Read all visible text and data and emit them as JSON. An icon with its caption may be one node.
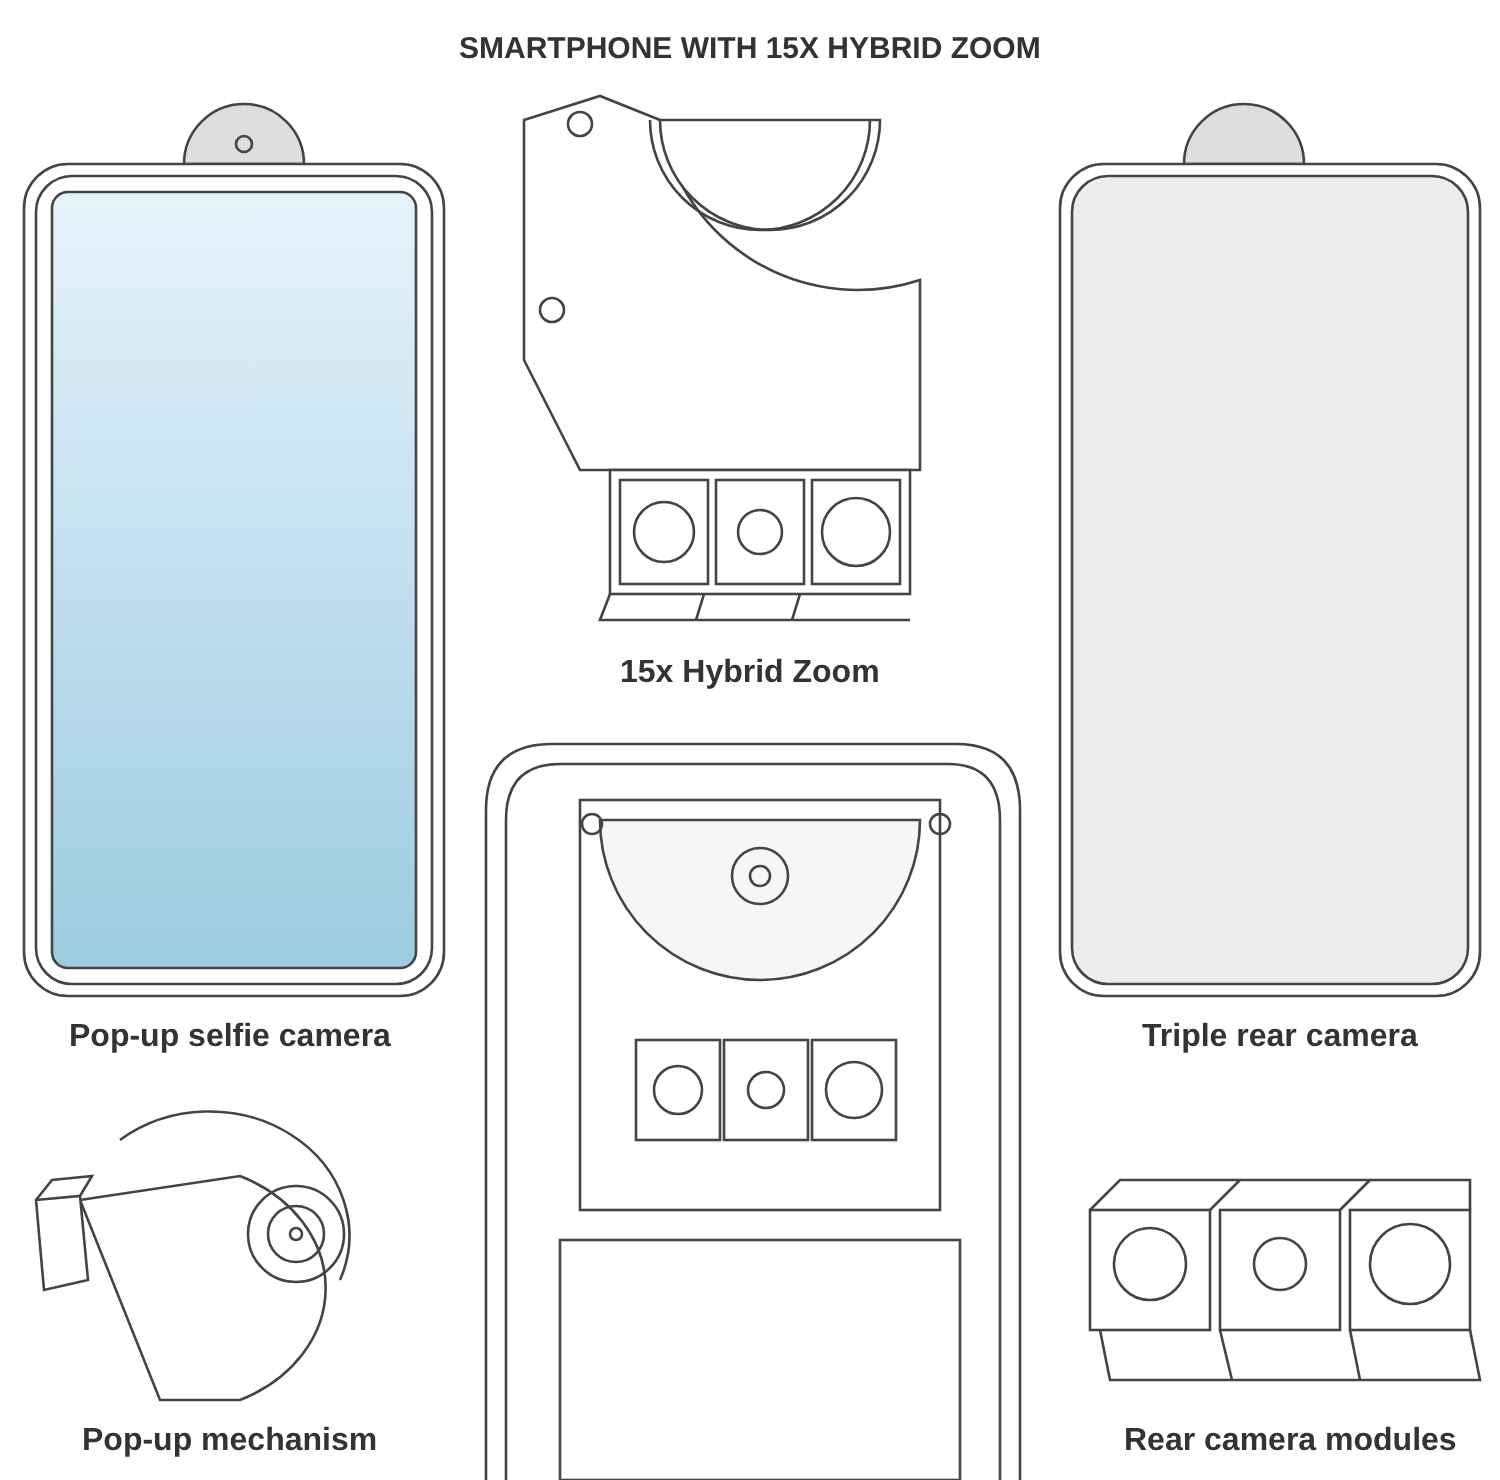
{
  "diagram": {
    "title": "SMARTPHONE WITH 15X HYBRID ZOOM",
    "labels": [
      "15x Hybrid Zoom",
      "Pop-up selfie camera",
      "Triple rear camera",
      "Pop-up mechanism",
      "Rear camera modules"
    ]
  }
}
